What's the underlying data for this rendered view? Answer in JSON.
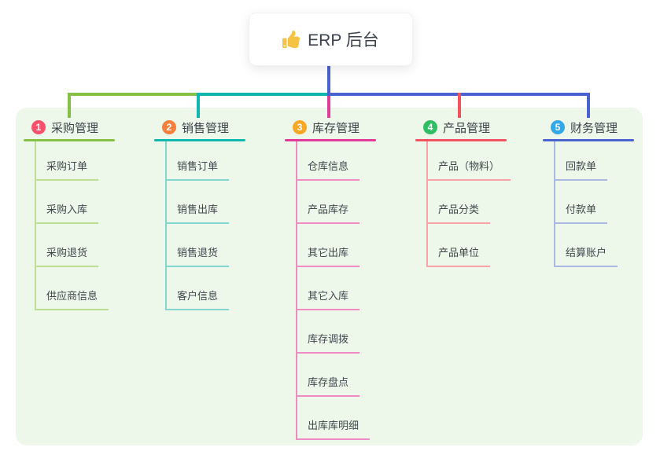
{
  "root": {
    "title": "ERP 后台",
    "icon": "thumbs-up-icon",
    "icon_color": "#f6c244"
  },
  "colors": {
    "stem": "#4a63ce",
    "panel_bg": "#edf7ea",
    "text": "#3c4248"
  },
  "branches": [
    {
      "index": "1",
      "label": "采购管理",
      "badge_color": "#f9506b",
      "line_color": "#86c146",
      "light_color": "#bcdf94",
      "children": [
        "采购订单",
        "采购入库",
        "采购退货",
        "供应商信息"
      ]
    },
    {
      "index": "2",
      "label": "销售管理",
      "badge_color": "#f6813e",
      "line_color": "#10b7ae",
      "light_color": "#84d7cf",
      "children": [
        "销售订单",
        "销售出库",
        "销售退货",
        "客户信息"
      ]
    },
    {
      "index": "3",
      "label": "库存管理",
      "badge_color": "#f9a826",
      "line_color": "#e13c97",
      "light_color": "#f08cc1",
      "children": [
        "仓库信息",
        "产品库存",
        "其它出库",
        "其它入库",
        "库存调拨",
        "库存盘点",
        "出库库明细"
      ]
    },
    {
      "index": "4",
      "label": "产品管理",
      "badge_color": "#2ebf62",
      "line_color": "#f2545f",
      "light_color": "#f9a3a8",
      "children": [
        "产品（物料）",
        "产品分类",
        "产品单位"
      ]
    },
    {
      "index": "5",
      "label": "财务管理",
      "badge_color": "#35a8e8",
      "line_color": "#4a63ce",
      "light_color": "#aab9e4",
      "children": [
        "回款单",
        "付款单",
        "结算账户"
      ]
    }
  ]
}
